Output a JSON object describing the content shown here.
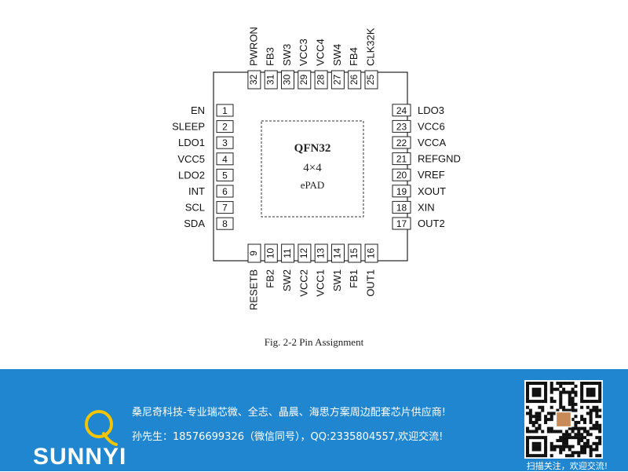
{
  "diagram": {
    "package": {
      "name": "QFN32",
      "size": "4×4",
      "pad": "ePAD"
    },
    "caption": "Fig. 2-2 Pin Assignment",
    "pins": {
      "left": [
        {
          "num": "1",
          "name": "EN"
        },
        {
          "num": "2",
          "name": "SLEEP"
        },
        {
          "num": "3",
          "name": "LDO1"
        },
        {
          "num": "4",
          "name": "VCC5"
        },
        {
          "num": "5",
          "name": "LDO2"
        },
        {
          "num": "6",
          "name": "INT"
        },
        {
          "num": "7",
          "name": "SCL"
        },
        {
          "num": "8",
          "name": "SDA"
        }
      ],
      "bottom": [
        {
          "num": "9",
          "name": "RESETB"
        },
        {
          "num": "10",
          "name": "FB2"
        },
        {
          "num": "11",
          "name": "SW2"
        },
        {
          "num": "12",
          "name": "VCC2"
        },
        {
          "num": "13",
          "name": "VCC1"
        },
        {
          "num": "14",
          "name": "SW1"
        },
        {
          "num": "15",
          "name": "FB1"
        },
        {
          "num": "16",
          "name": "OUT1"
        }
      ],
      "right": [
        {
          "num": "17",
          "name": "OUT2"
        },
        {
          "num": "18",
          "name": "XIN"
        },
        {
          "num": "19",
          "name": "XOUT"
        },
        {
          "num": "20",
          "name": "VREF"
        },
        {
          "num": "21",
          "name": "REFGND"
        },
        {
          "num": "22",
          "name": "VCCA"
        },
        {
          "num": "23",
          "name": "VCC6"
        },
        {
          "num": "24",
          "name": "LDO3"
        }
      ],
      "top": [
        {
          "num": "25",
          "name": "CLK32K"
        },
        {
          "num": "26",
          "name": "FB4"
        },
        {
          "num": "27",
          "name": "SW4"
        },
        {
          "num": "28",
          "name": "VCC4"
        },
        {
          "num": "29",
          "name": "VCC3"
        },
        {
          "num": "30",
          "name": "SW3"
        },
        {
          "num": "31",
          "name": "FB3"
        },
        {
          "num": "32",
          "name": "PWRON"
        }
      ]
    }
  },
  "banner": {
    "logo_text": "SUNNYI",
    "line1": "桑尼奇科技-专业瑞芯微、全志、晶晨、海思方案周边配套芯片供应商!",
    "line2": "孙先生：18576699326（微信同号），QQ:2335804557,欢迎交流!",
    "qr_caption": "扫描关注，欢迎交流!",
    "background_color": "#1f86cf"
  }
}
